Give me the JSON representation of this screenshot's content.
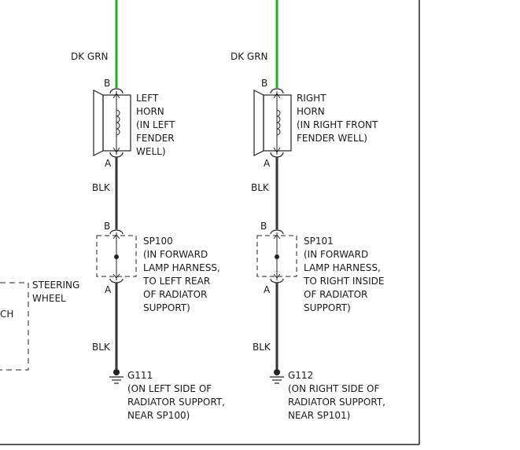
{
  "left": {
    "wire_top_color": "DK GRN",
    "horn_pin_top": "B",
    "horn_pin_bottom": "A",
    "horn_label": "LEFT\nHORN\n(IN LEFT\nFENDER\nWELL)",
    "wire_mid_color": "BLK",
    "splice_pin_top": "B",
    "splice_pin_bottom": "A",
    "splice_label": "SP100\n(IN FORWARD\nLAMP HARNESS,\nTO LEFT REAR\nOF RADIATOR\nSUPPORT)",
    "wire_bottom_color": "BLK",
    "ground_label": "G111\n(ON LEFT SIDE OF\nRADIATOR SUPPORT,\nNEAR SP100)"
  },
  "right": {
    "wire_top_color": "DK GRN",
    "horn_pin_top": "B",
    "horn_pin_bottom": "A",
    "horn_label": "RIGHT\nHORN\n(IN RIGHT FRONT\nFENDER WELL)",
    "wire_mid_color": "BLK",
    "splice_pin_top": "B",
    "splice_pin_bottom": "A",
    "splice_label": "SP101\n(IN FORWARD\nLAMP HARNESS,\nTO RIGHT INSIDE\nOF RADIATOR\nSUPPORT)",
    "wire_bottom_color": "BLK",
    "ground_label": "G112\n(ON RIGHT SIDE OF\nRADIATOR SUPPORT,\nNEAR SP101)"
  },
  "steering_wheel_label": "STEERING\nWHEEL",
  "partial_label": "CH",
  "colors": {
    "green_wire": "#22aa22",
    "black_wire": "#333333",
    "line": "#222222"
  }
}
